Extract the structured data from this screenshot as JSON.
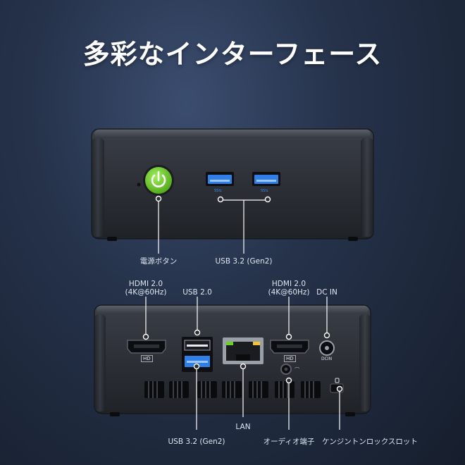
{
  "title": "多彩なインターフェース",
  "front": {
    "power_button": "電源ボタン",
    "usb": "USB 3.2 (Gen2)"
  },
  "back": {
    "hdmi_left_line1": "HDMI 2.0",
    "hdmi_left_line2": "(4K@60Hz)",
    "usb2": "USB 2.0",
    "hdmi_right_line1": "HDMI 2.0",
    "hdmi_right_line2": "(4K@60Hz)",
    "dc_in": "DC IN",
    "usb32": "USB 3.2 (Gen2)",
    "lan": "LAN",
    "audio": "オーディオ端子",
    "lock": "ケンジントンロックスロット",
    "hdmi_mark": "HD",
    "dcin_mark": "DCIN"
  },
  "colors": {
    "power_green": "#6fd12a",
    "usb_blue": "#2f7fe6",
    "body": "#2a2d33"
  }
}
